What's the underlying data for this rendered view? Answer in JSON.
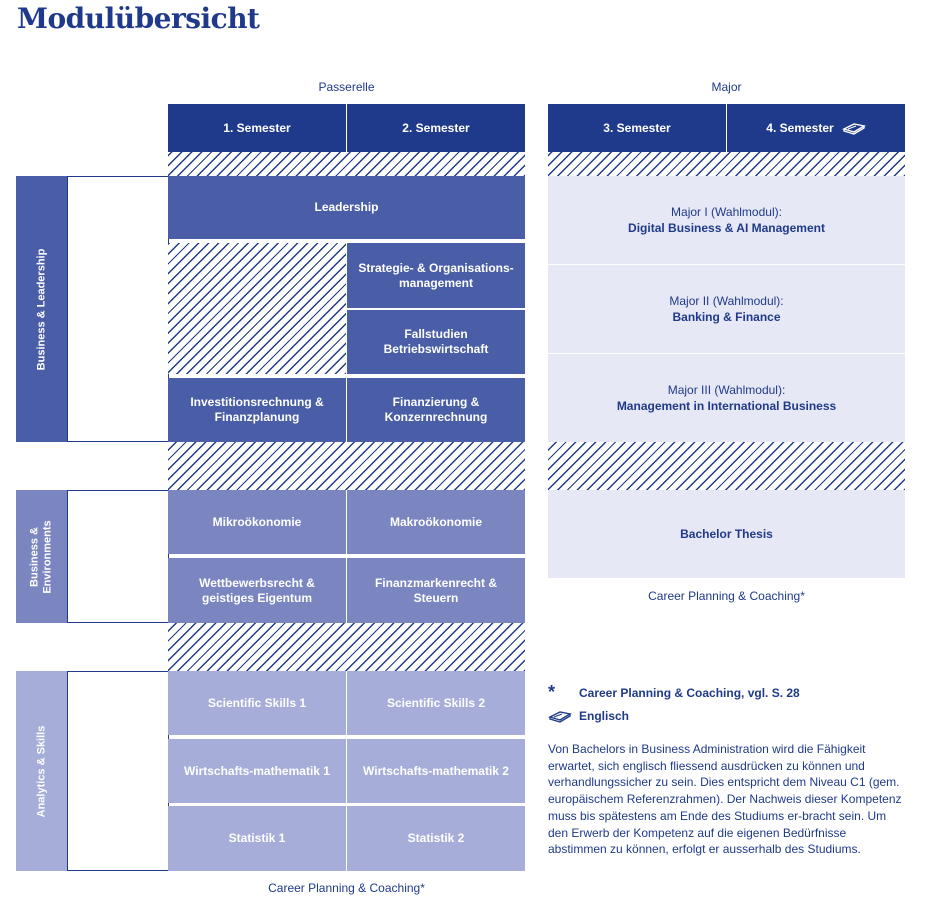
{
  "title": "Modulübersicht",
  "groups": {
    "passerelle": "Passerelle",
    "major": "Major"
  },
  "semesters": [
    "1. Semester",
    "2. Semester",
    "3. Semester",
    "4. Semester"
  ],
  "sections": {
    "business_leadership": "Business & Leadership",
    "business_environments": "Business & Environments",
    "analytics_skills": "Analytics & Skills"
  },
  "modules": {
    "leadership": "Leadership",
    "strategie": "Strategie- & Organisations-management",
    "fallstudien": "Fallstudien Betriebswirtschaft",
    "investition": "Investitionsrechnung & Finanzplanung",
    "finanzierung": "Finanzierung & Konzernrechnung",
    "mikro": "Mikroökonomie",
    "makro": "Makroökonomie",
    "wettbewerb": "Wettbewerbsrecht & geistiges Eigentum",
    "finanzmarkt": "Finanzmarkenrecht & Steuern",
    "scientific1": "Scientific Skills 1",
    "scientific2": "Scientific Skills 2",
    "wm1": "Wirtschafts-mathematik 1",
    "wm2": "Wirtschafts-mathematik 2",
    "statistik1": "Statistik 1",
    "statistik2": "Statistik 2"
  },
  "majors": [
    {
      "label": "Major I (Wahlmodul):",
      "name": "Digital Business & AI Management"
    },
    {
      "label": "Major II (Wahlmodul):",
      "name": "Banking & Finance"
    },
    {
      "label": "Major III (Wahlmodul):",
      "name": "Management in International Business"
    }
  ],
  "thesis": "Bachelor Thesis",
  "career_note": "Career Planning & Coaching*",
  "legend": {
    "star_symbol": "*",
    "career": "Career Planning & Coaching, vgl. S. 28",
    "english": "Englisch",
    "english_icon": "book-icon"
  },
  "note": "Von Bachelors in Business Administration wird die Fähigkeit erwartet, sich englisch fliessend ausdrücken zu können und verhandlungssicher zu sein. Dies entspricht dem Niveau C1 (gem. europäischem Referenzrahmen). Der Nachweis dieser Kompetenz muss bis spätestens am Ende des Studiums er-bracht sein. Um den Erwerb der Kompetenz auf die eigenen Bedürfnisse abstimmen zu können, erfolgt er ausserhalb des Studiums.",
  "colors": {
    "primary": "#1f3a8a",
    "module_dark": "#4a5ea8",
    "module_mid": "#7b86c1",
    "module_light": "#a6add8",
    "major_bg": "#e7e8f5"
  }
}
